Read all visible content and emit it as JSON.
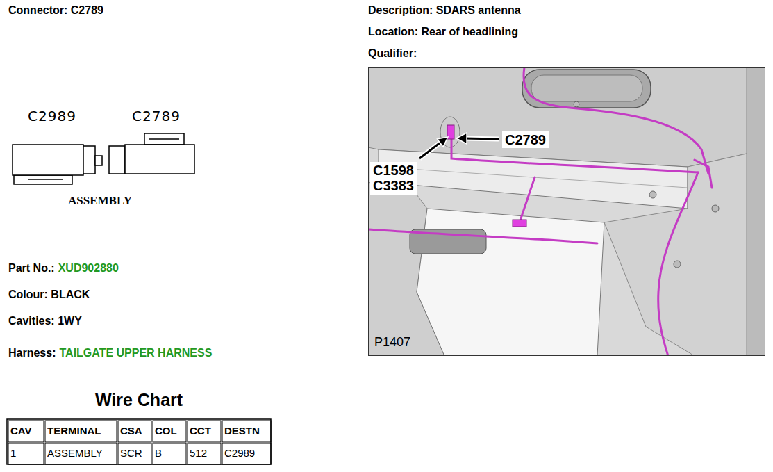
{
  "diagram": {
    "nodes": [
      {
        "text": [
          "P1407"
        ]
      },
      {
        "text": [
          "C2789"
        ],
        "in": 0
      },
      {
        "text": [
          "C1598 C3383"
        ],
        "in": 0
      }
    ],
    "labels": [
      "Connector: C2789",
      "Description: SDARS antenna",
      "Location: Rear of headlining",
      "Qualifier:",
      "C2989",
      "C2789",
      "ASSEMBLY",
      "Part No.:",
      "XUD902880",
      "Colour: BLACK",
      "Cavities: 1WY",
      "Harness:",
      "TAILGATE UPPER HARNESS",
      "Wire Chart",
      "CAV",
      "TERMINAL",
      "CSA",
      "COL",
      "CCT",
      "DESTN",
      "1",
      "ASSEMBLY",
      "SCR",
      "B",
      "512",
      "C2989"
    ]
  }
}
